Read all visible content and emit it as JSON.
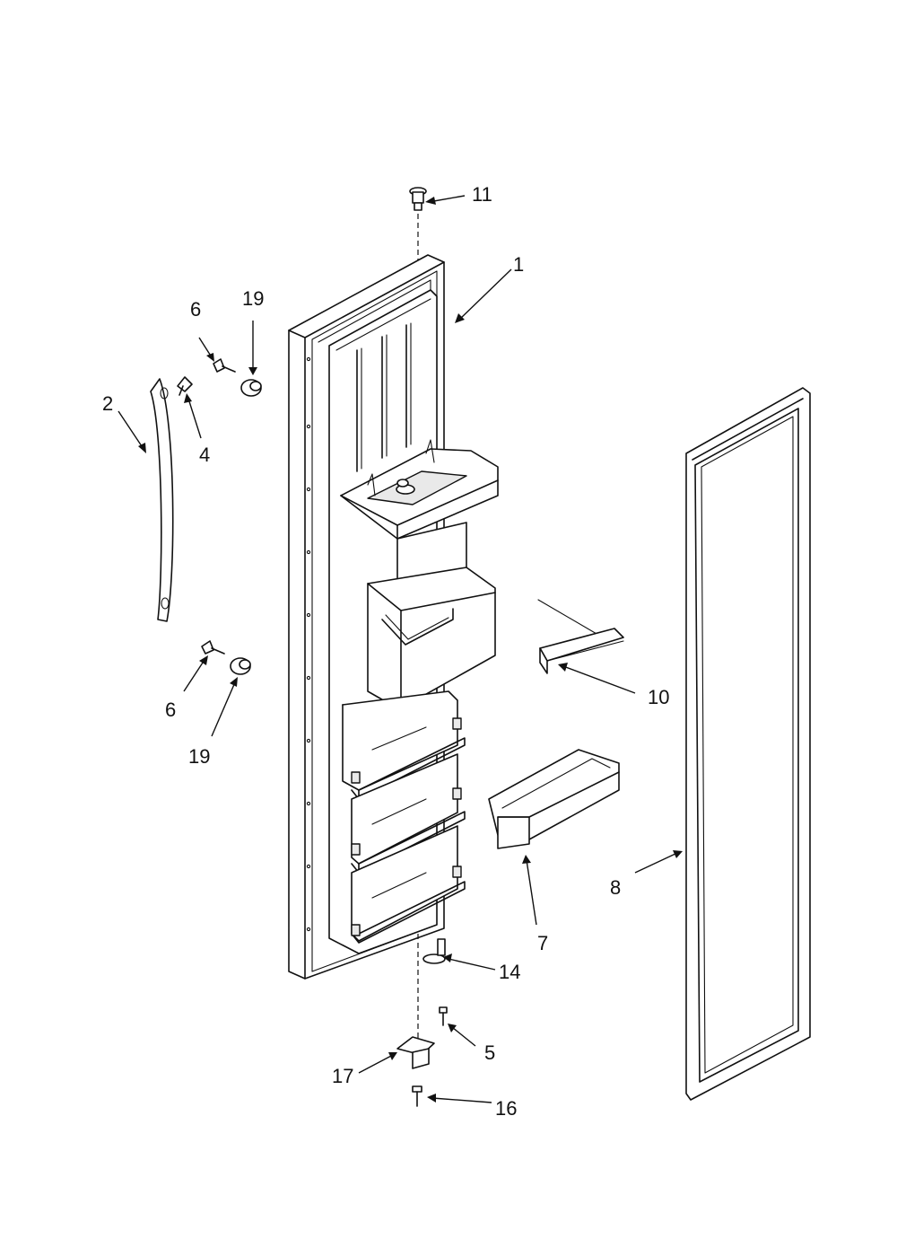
{
  "callouts": {
    "c1": "1",
    "c2": "2",
    "c4": "4",
    "c5": "5",
    "c6a": "6",
    "c6b": "6",
    "c7": "7",
    "c8": "8",
    "c10": "10",
    "c11": "11",
    "c14": "14",
    "c16": "16",
    "c17": "17",
    "c19a": "19",
    "c19b": "19"
  }
}
